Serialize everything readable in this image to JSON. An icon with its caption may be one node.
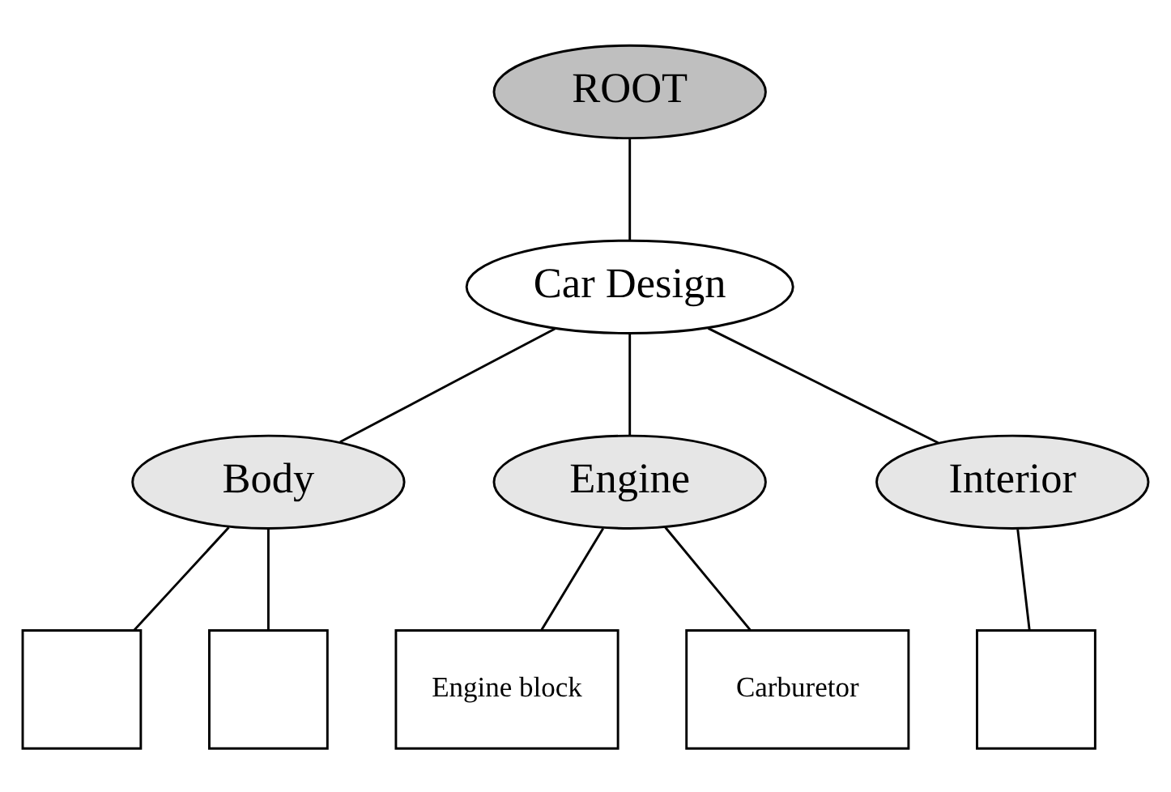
{
  "diagram": {
    "nodes": [
      {
        "text": [
          "ROOT"
        ]
      },
      {
        "text": [
          "Car Design"
        ]
      },
      {
        "text": [
          "Body"
        ]
      },
      {
        "text": [
          "Engine"
        ]
      },
      {
        "text": [
          "Interior"
        ]
      },
      {
        "text": [],
        "shape": "box"
      },
      {
        "text": [],
        "shape": "box"
      },
      {
        "text": [
          "Engine block"
        ]
      },
      {
        "text": [
          "Carburetor"
        ]
      },
      {
        "text": [],
        "shape": "box"
      }
    ],
    "edges": [
      {
        "from": 0,
        "to": 1,
        "arrow": "none"
      },
      {
        "from": 1,
        "to": 2,
        "arrow": "none"
      },
      {
        "from": 1,
        "to": 3,
        "arrow": "none"
      },
      {
        "from": 1,
        "to": 4,
        "arrow": "none"
      },
      {
        "from": 2,
        "to": 5,
        "arrow": "none"
      },
      {
        "from": 2,
        "to": 6,
        "arrow": "none"
      },
      {
        "from": 3,
        "to": 7,
        "arrow": "none"
      },
      {
        "from": 3,
        "to": 8,
        "arrow": "none"
      },
      {
        "from": 4,
        "to": 9,
        "arrow": "none"
      }
    ]
  }
}
